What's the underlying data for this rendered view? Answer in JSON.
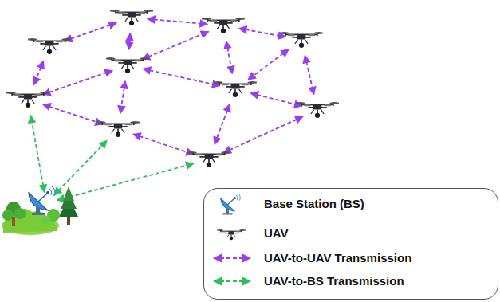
{
  "diagram": {
    "legend": [
      {
        "text": "Base Station (BS)"
      },
      {
        "text": "UAV"
      },
      {
        "text": "UAV-to-UAV Transmission"
      },
      {
        "text": "UAV-to-BS Transmission"
      }
    ]
  }
}
